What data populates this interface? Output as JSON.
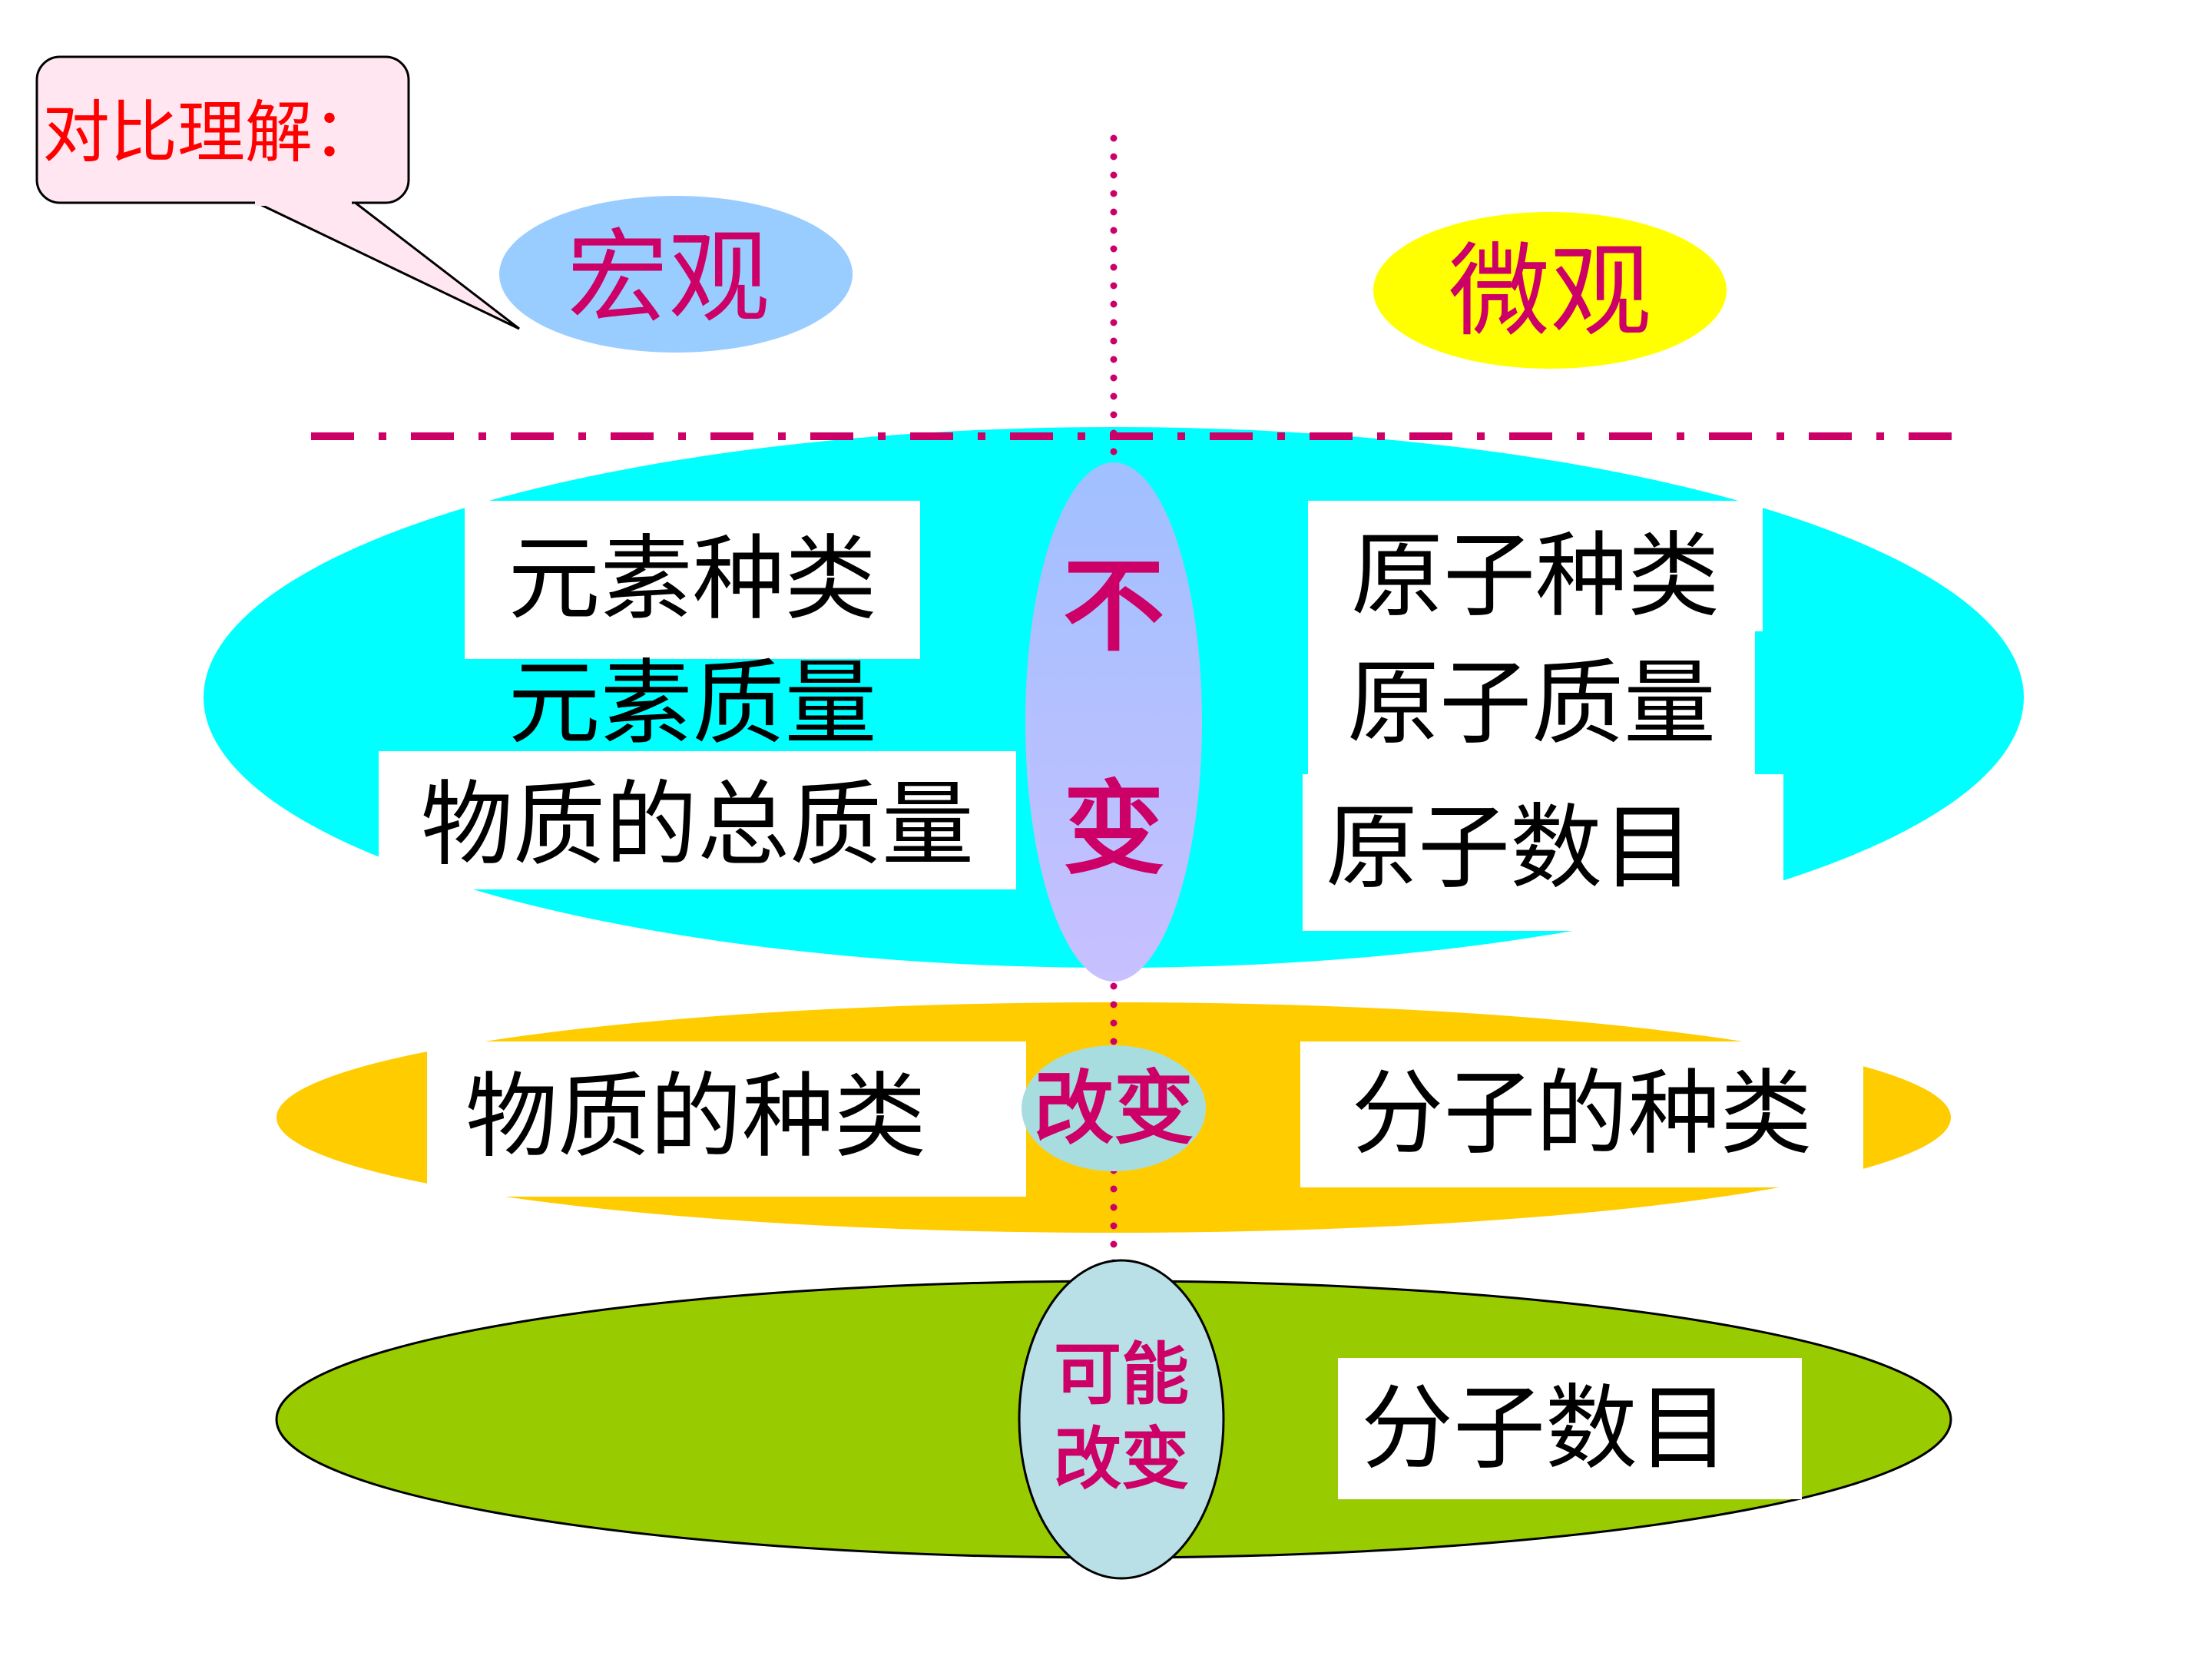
{
  "callout": {
    "text": "对比理解："
  },
  "headers": {
    "macro": "宏观",
    "micro": "微观"
  },
  "rows": {
    "unchanged": {
      "center": [
        "不",
        "变"
      ],
      "macro": [
        "元素种类",
        "元素质量",
        "物质的总质量"
      ],
      "micro": [
        "原子种类",
        "原子质量",
        "原子数目"
      ]
    },
    "changed": {
      "center": "改变",
      "macro": [
        "物质的种类"
      ],
      "micro": [
        "分子的种类"
      ]
    },
    "maybe": {
      "center": [
        "可能",
        "改变"
      ],
      "micro": [
        "分子数目"
      ]
    }
  },
  "colors": {
    "accent_text": "#cc0066",
    "callout_text": "#ff0000",
    "callout_fill": "#ffe6f0",
    "macro_ellipse": "#99ccff",
    "micro_ellipse": "#ffff00",
    "unchanged_band": "#00ffff",
    "changed_band": "#ffcc00",
    "maybe_band": "#99cc00",
    "center_unchanged": "#a8c8ff",
    "center_changed": "#a8dde0",
    "center_maybe": "#b8e0e6",
    "divider": "#cc0066"
  }
}
